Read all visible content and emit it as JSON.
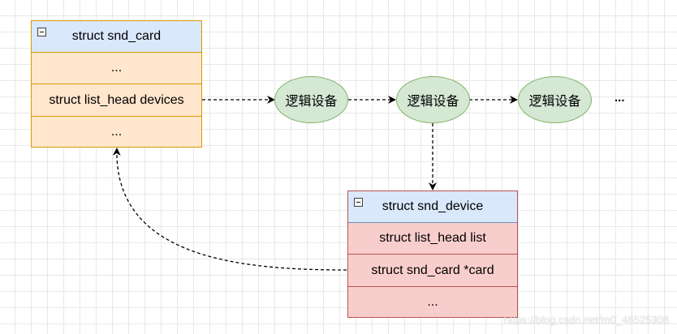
{
  "snd_card": {
    "title": "struct snd_card",
    "rows": [
      "...",
      "struct list_head devices",
      "..."
    ]
  },
  "logical_devices": [
    "逻辑设备",
    "逻辑设备",
    "逻辑设备"
  ],
  "more_indicator": "...",
  "snd_device": {
    "title": "struct snd_device",
    "rows": [
      "struct list_head list",
      "struct snd_card *card",
      "..."
    ]
  },
  "watermark": "https://blog.csdn.net/m0_46525308",
  "colors": {
    "card_fill": "#ffe6cc",
    "card_stroke": "#d79b00",
    "header_fill": "#dae8fc",
    "header_stroke": "#6c8ebf",
    "device_fill": "#f8cecc",
    "device_stroke": "#b85450",
    "ellipse_fill": "#d5e8d4",
    "ellipse_stroke": "#82b366"
  }
}
